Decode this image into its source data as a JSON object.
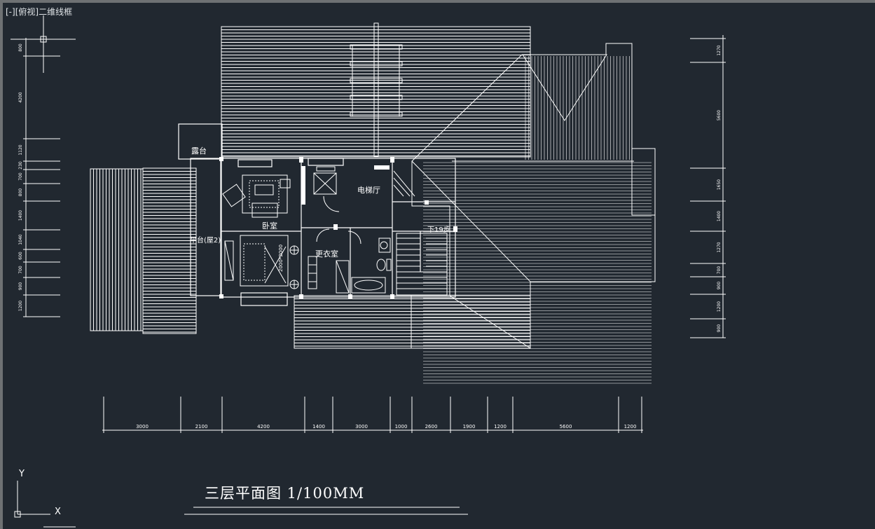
{
  "viewport": {
    "label_minus": "[-]",
    "label_view": "[俯视]",
    "label_style": "二维线框"
  },
  "drawing": {
    "title": "三层平面图 1/100MM",
    "rooms": {
      "terrace": "露台",
      "bedroom": "卧室",
      "elevator_hall": "电梯厅",
      "platform": "平台(屋2)",
      "dressing": "更衣室",
      "stairs_down": "下19步",
      "bed_size": "2000*2000"
    },
    "bottom_dims": [
      "3000",
      "2100",
      "4200",
      "1400",
      "3000",
      "1000",
      "2600",
      "1900",
      "1200",
      "5600",
      "1200"
    ],
    "left_dims": [
      "800",
      "4200",
      "1120",
      "230",
      "700",
      "800",
      "1400",
      "1040",
      "600",
      "700",
      "900",
      "1200"
    ],
    "right_dims": [
      "1270",
      "5600",
      "1650",
      "1400",
      "1270",
      "700",
      "900",
      "1200",
      "900"
    ]
  },
  "ucs": {
    "y_label": "Y",
    "x_label": "X"
  },
  "colors": {
    "background": "#212830",
    "line": "#ffffff",
    "frame": "#6e7173"
  }
}
